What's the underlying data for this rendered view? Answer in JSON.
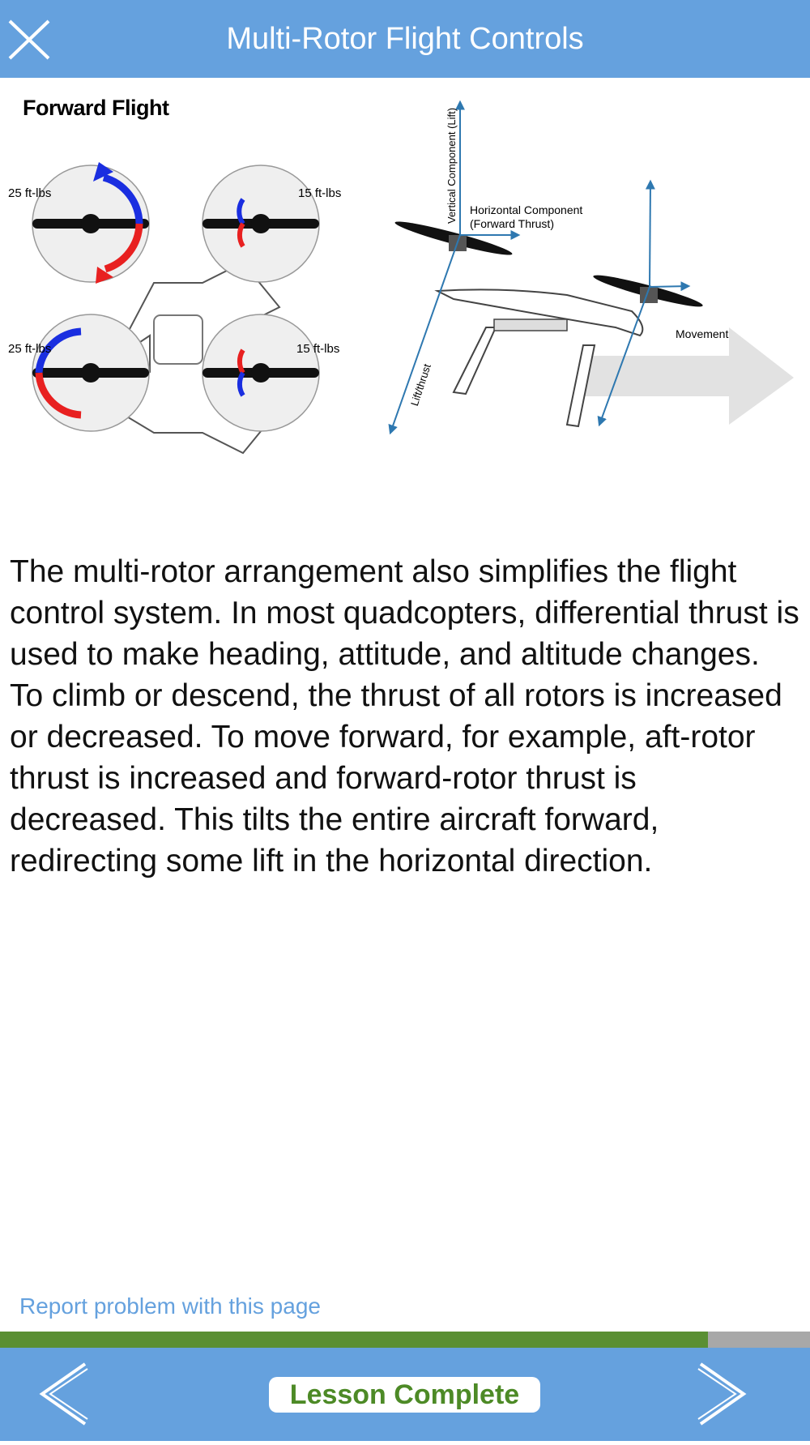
{
  "header": {
    "title": "Multi-Rotor Flight Controls"
  },
  "figure": {
    "title": "Forward Flight",
    "torque_labels": [
      "25 ft-lbs",
      "15 ft-lbs",
      "25 ft-lbs",
      "15 ft-lbs"
    ],
    "vertical_component": "Vertical Component (Lift)",
    "horizontal_component_line1": "Horizontal Component",
    "horizontal_component_line2": "(Forward Thrust)",
    "movement": "Movement",
    "lift_thrust": "Lift/thrust"
  },
  "body": {
    "text": "The multi-rotor arrangement also simplifies the flight control system. In most quadcopters, differential thrust is used to make heading, attitude, and altitude changes. To climb or descend, the thrust of all rotors is increased or decreased. To move forward, for example, aft-rotor thrust is increased and forward-rotor thrust is decreased. This tilts the entire aircraft forward, redirecting some lift in the horizontal direction."
  },
  "report_link": "Report problem with this page",
  "progress": {
    "percent": 87.4
  },
  "footer": {
    "lesson_complete_label": "Lesson Complete"
  },
  "colors": {
    "header_bg": "#65a1de",
    "progress_fill": "#5a8f33",
    "progress_track": "#a8a8a8",
    "lesson_complete_text": "#4d8a26",
    "link": "#65a1de",
    "arrow_blue": "#1a2ee0",
    "arrow_red": "#e82020",
    "vector_blue": "#2e78b0"
  },
  "icons": {
    "close": "close-icon",
    "prev": "chevron-left-icon",
    "next": "chevron-right-icon"
  }
}
